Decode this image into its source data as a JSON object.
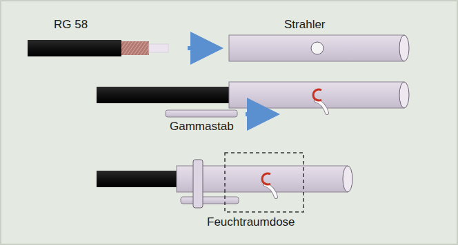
{
  "diagram": {
    "labels": [
      "RG 58",
      "Strahler",
      "Gammastab",
      "Feuchtraumdose"
    ]
  }
}
